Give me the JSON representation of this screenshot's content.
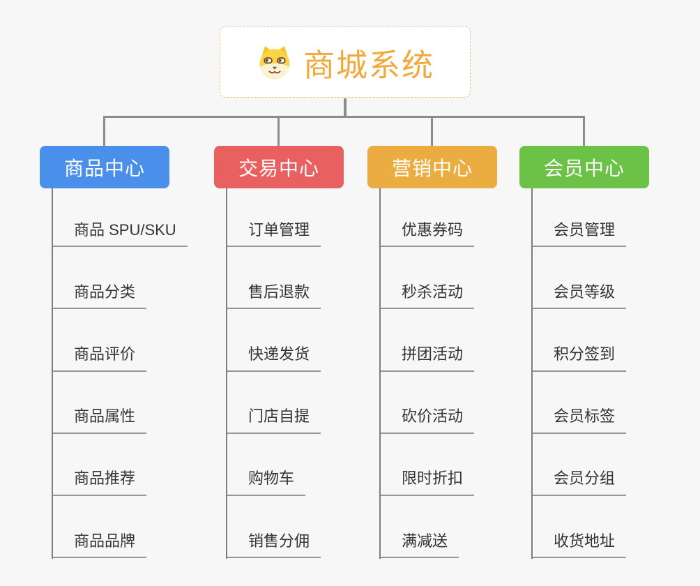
{
  "root": {
    "title": "商城系统",
    "icon": "dog-face-icon",
    "title_color": "#f1a83d",
    "border_color": "#eec37f"
  },
  "connector_color": "#8c8c8c",
  "branches": [
    {
      "label": "商品中心",
      "color": "#4a90ea",
      "items": [
        "商品 SPU/SKU",
        "商品分类",
        "商品评价",
        "商品属性",
        "商品推荐",
        "商品品牌"
      ]
    },
    {
      "label": "交易中心",
      "color": "#e86060",
      "items": [
        "订单管理",
        "售后退款",
        "快递发货",
        "门店自提",
        "购物车",
        "销售分佣"
      ]
    },
    {
      "label": "营销中心",
      "color": "#ebad41",
      "items": [
        "优惠券码",
        "秒杀活动",
        "拼团活动",
        "砍价活动",
        "限时折扣",
        "满减送"
      ]
    },
    {
      "label": "会员中心",
      "color": "#6cc247",
      "items": [
        "会员管理",
        "会员等级",
        "积分签到",
        "会员标签",
        "会员分组",
        "收货地址"
      ]
    }
  ]
}
